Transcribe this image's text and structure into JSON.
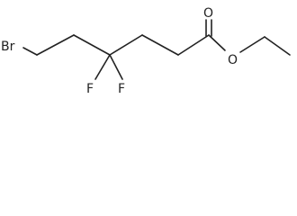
{
  "molecule": {
    "atoms": {
      "br": "Br",
      "f1": "F",
      "f2": "F",
      "o_carbonyl": "O",
      "o_ester": "O"
    },
    "colors": {
      "bond": "#222222",
      "label": "#222222",
      "background": "#ffffff"
    }
  }
}
